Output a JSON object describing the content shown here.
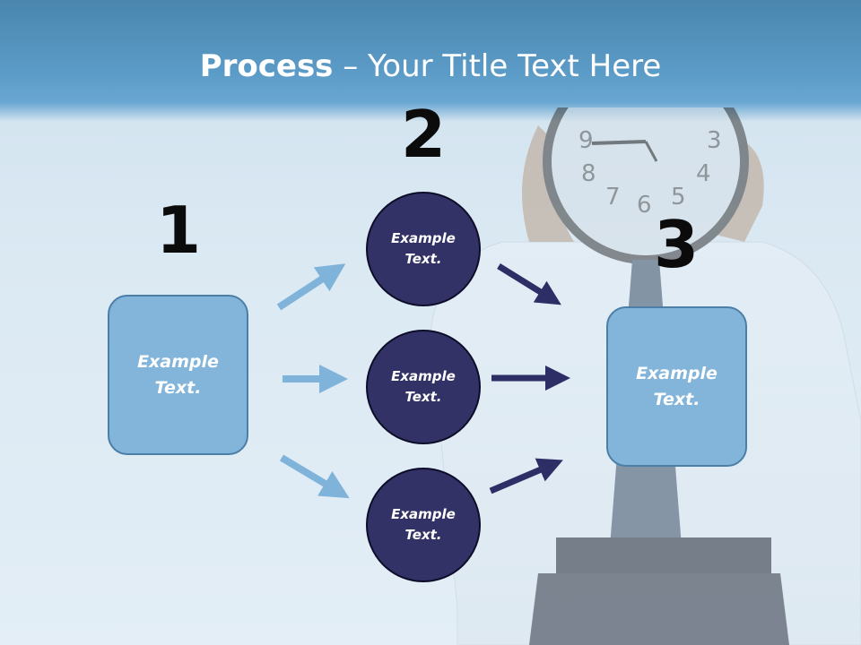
{
  "title": {
    "bold": "Process",
    "rest": " – Your Title Text Here"
  },
  "steps": [
    {
      "number": "1",
      "text": "Example Text."
    },
    {
      "number": "2"
    },
    {
      "number": "3",
      "text": "Example Text."
    }
  ],
  "circles": [
    {
      "text": "Example Text."
    },
    {
      "text": "Example Text."
    },
    {
      "text": "Example Text."
    }
  ],
  "colors": {
    "header": "#5b9bc7",
    "box_fill": "#83b4d9",
    "circle_fill": "#323266",
    "light_arrow": "#7fb3da",
    "dark_arrow": "#2e2e66"
  }
}
